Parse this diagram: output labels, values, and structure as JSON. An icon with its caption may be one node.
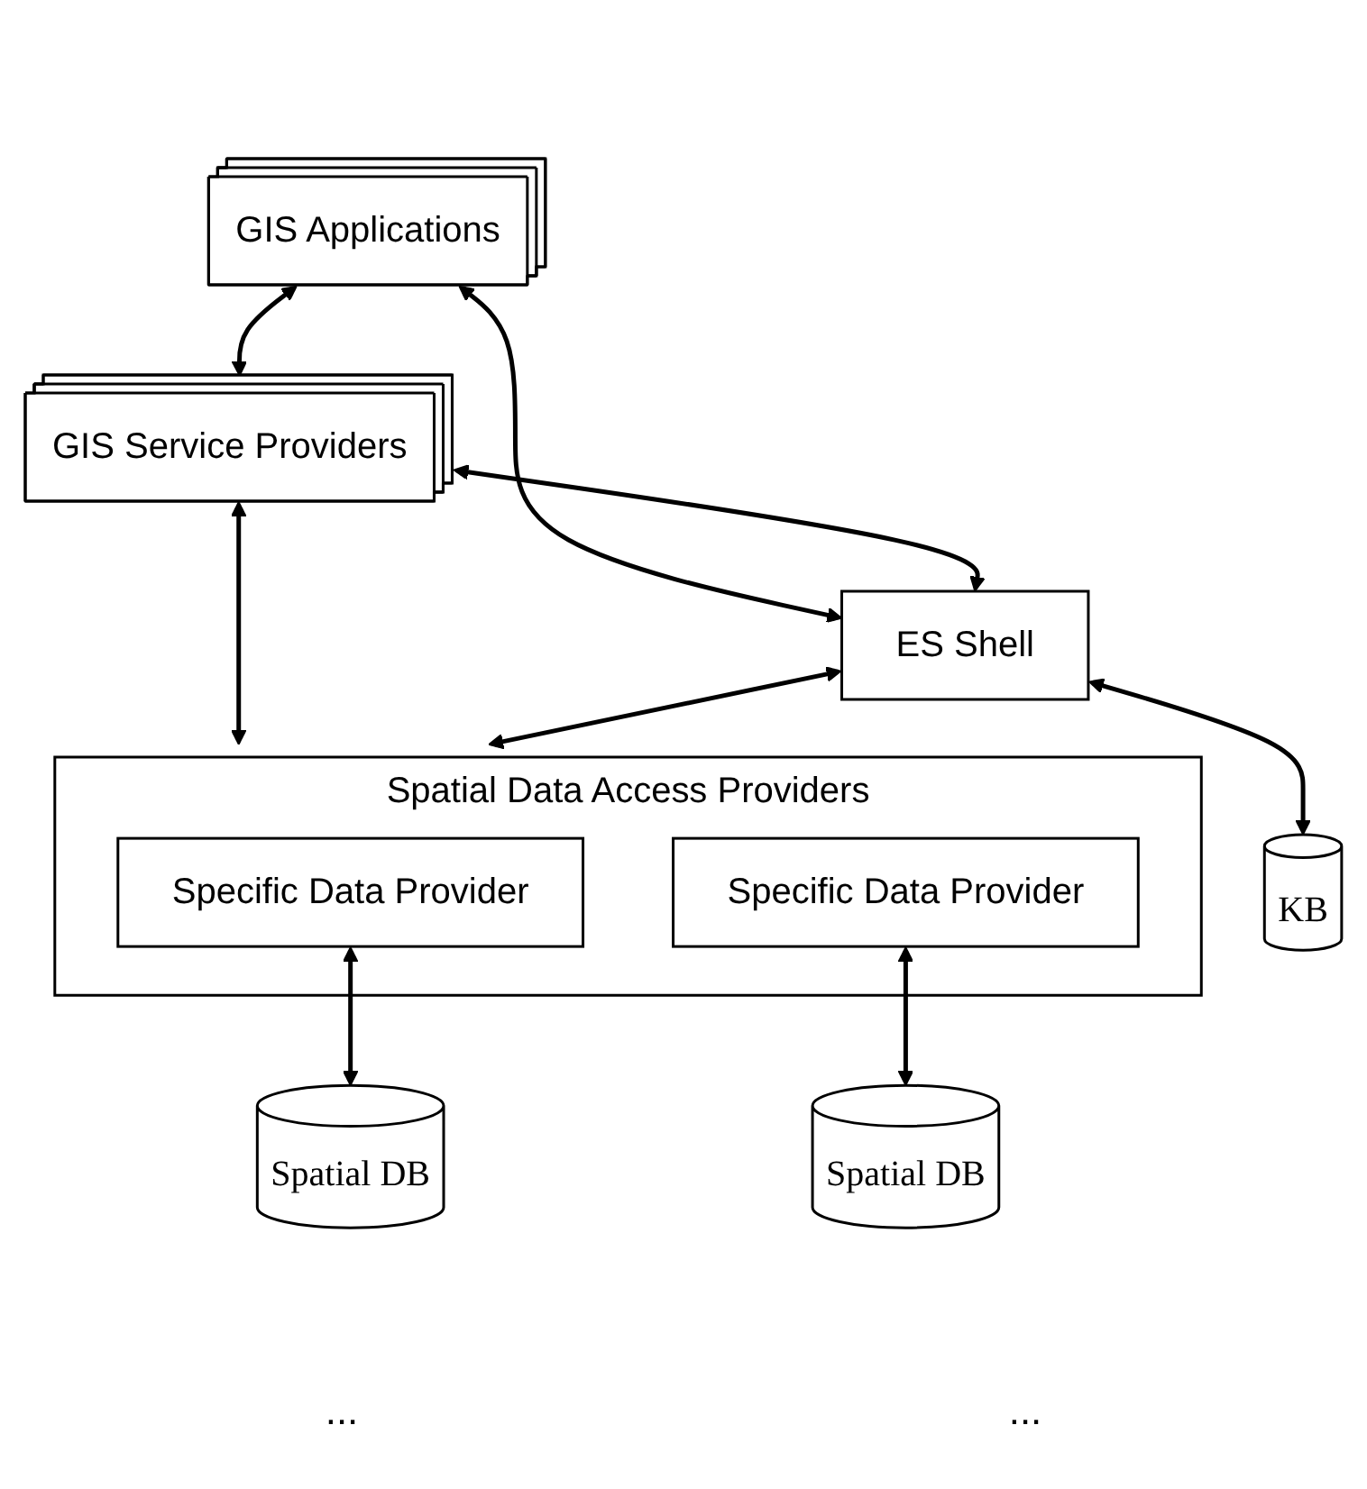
{
  "diagram": {
    "nodes": [
      {
        "text": [
          "GIS Applications"
        ]
      },
      {
        "text": [
          "GIS Service Providers"
        ]
      },
      {
        "text": [
          "ES Shell"
        ]
      },
      {
        "text": [
          "Spatial Data Access Providers"
        ]
      },
      {
        "text": [
          "Specific Data Provider"
        ],
        "in": 3
      },
      {
        "text": [
          "Specific Data Provider"
        ],
        "in": 3
      },
      {
        "text": [
          "Spatial DB"
        ]
      },
      {
        "text": [
          "Spatial DB"
        ]
      },
      {
        "text": [
          "KB"
        ]
      }
    ],
    "edges": [
      {
        "from": 0,
        "to": 1,
        "arrow": "both"
      },
      {
        "from": 0,
        "to": 2,
        "arrow": "both"
      },
      {
        "from": 1,
        "to": 2,
        "arrow": "both"
      },
      {
        "from": 1,
        "to": 3,
        "arrow": "both"
      },
      {
        "from": 2,
        "to": 3,
        "arrow": "both"
      },
      {
        "from": 4,
        "to": 6,
        "arrow": "both"
      },
      {
        "from": 5,
        "to": 7,
        "arrow": "both"
      },
      {
        "from": 2,
        "to": 8,
        "arrow": "both"
      }
    ],
    "labels": [
      "...",
      "..."
    ]
  }
}
